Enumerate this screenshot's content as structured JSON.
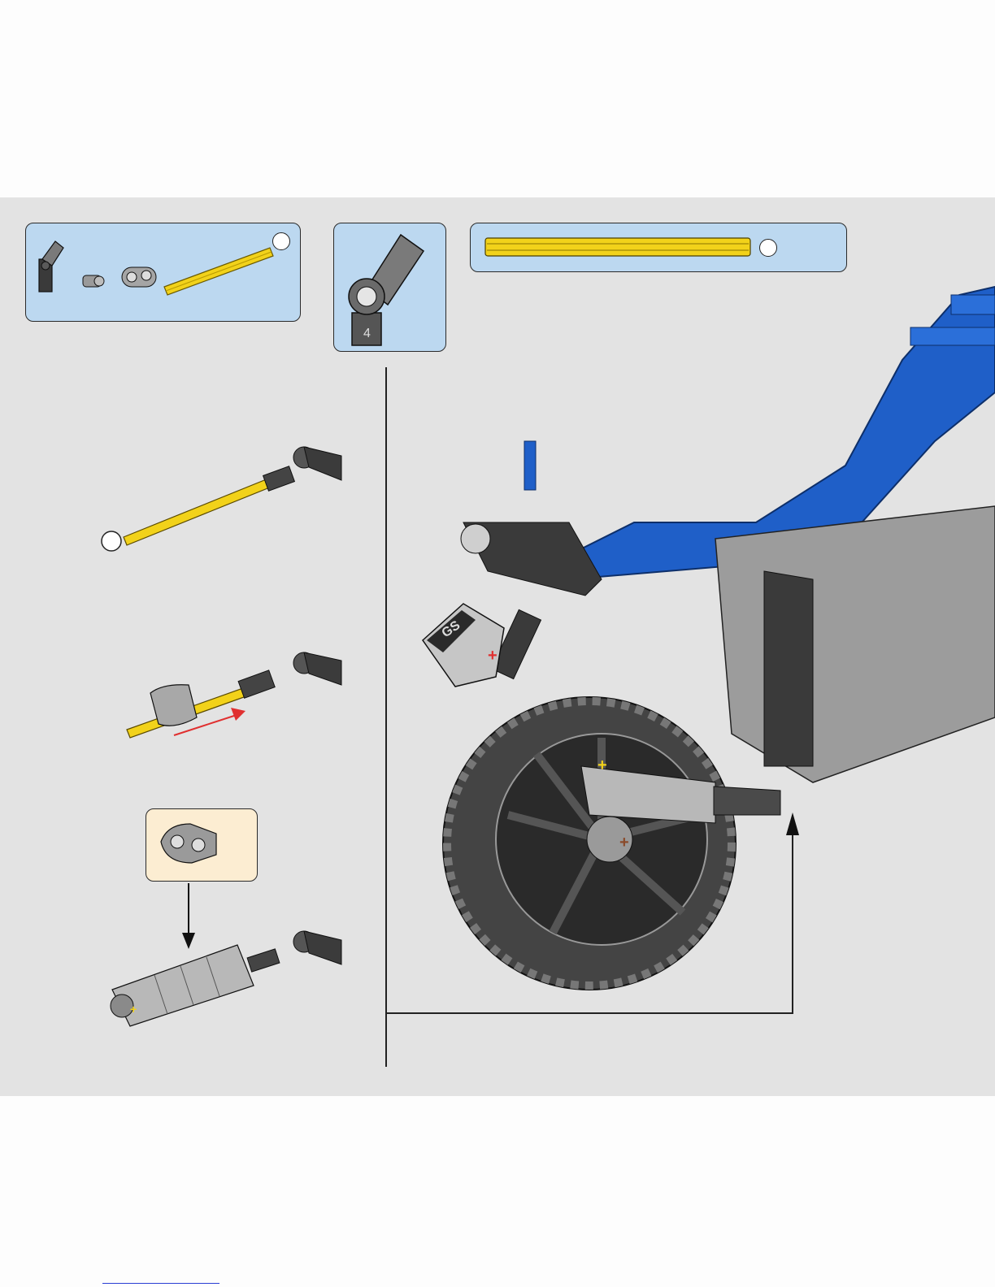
{
  "colors": {
    "panel_bg": "#e3e3e3",
    "callout_bg": "#bcd8f0",
    "subcallout_bg": "#fcedd2",
    "frame_blue": "#1f5fc8",
    "axle_yellow": "#f2d21a",
    "part_gray": "#9a9a9a",
    "part_dark": "#3a3a3a",
    "arrow_red": "#e03030",
    "outline": "#1a1a1a"
  },
  "parts_list": {
    "quantity_label": "",
    "items": [
      "angle-connector",
      "pin-connector",
      "thick-liftarm-2",
      "axle-yellow"
    ]
  },
  "angle_element": {
    "number_label": ""
  },
  "axle_reference": {
    "quantity_label": ""
  },
  "substeps": {
    "step1_axle_label": "",
    "step3_callout_quantity": ""
  },
  "main_model": {
    "badge_text": "GS"
  }
}
